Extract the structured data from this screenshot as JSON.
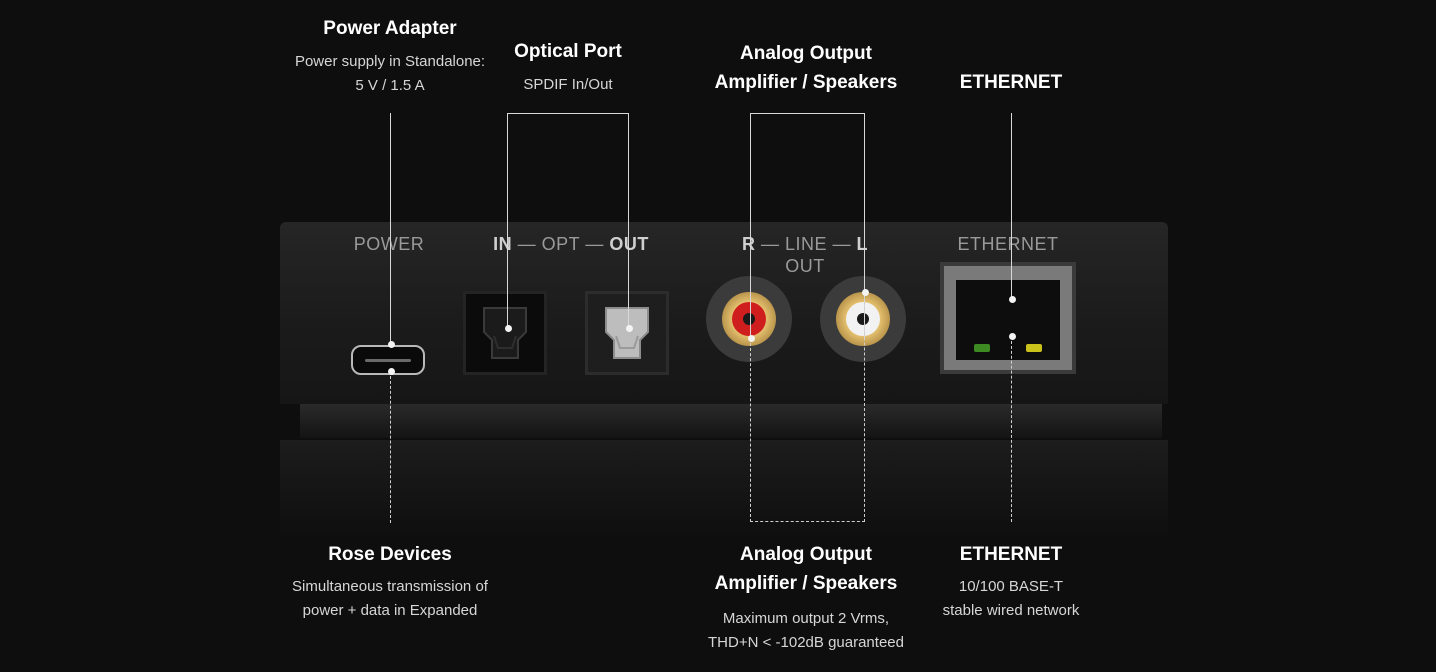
{
  "callouts_top": {
    "power": {
      "title": "Power Adapter",
      "desc_1": "Power supply in Standalone:",
      "desc_2": "5 V / 1.5 A"
    },
    "optical": {
      "title": "Optical Port",
      "desc_1": "SPDIF In/Out"
    },
    "analog": {
      "title_1": "Analog Output",
      "title_2": "Amplifier / Speakers"
    },
    "ethernet": {
      "title": "ETHERNET"
    }
  },
  "callouts_bottom": {
    "rose": {
      "title": "Rose Devices",
      "desc_1": "Simultaneous transmission of",
      "desc_2": "power + data in Expanded"
    },
    "analog": {
      "title_1": "Analog Output",
      "title_2": "Amplifier / Speakers",
      "desc_1": "Maximum output 2 Vrms,",
      "desc_2": "THD+N < -102dB guaranteed"
    },
    "ethernet": {
      "title": "ETHERNET",
      "desc_1": "10/100 BASE-T",
      "desc_2": "stable wired network"
    }
  },
  "device_labels": {
    "power": "POWER",
    "opt_in": "IN",
    "opt_mid": " — OPT — ",
    "opt_out": "OUT",
    "line_r": "R",
    "line_mid": " — LINE — ",
    "line_l": "L",
    "line_out": "OUT",
    "ethernet": "ETHERNET"
  },
  "colors": {
    "background": "#0e0e0e",
    "rca_right": "#cf1e1e",
    "rca_left": "#f2f2f2",
    "rca_gold": "#e3bf6e",
    "eth_led_green": "#3d8a22",
    "eth_led_yellow": "#c9c21a"
  },
  "icons": [
    "usb-c-port-icon",
    "optical-in-port-icon",
    "optical-out-port-icon",
    "rca-right-jack-icon",
    "rca-left-jack-icon",
    "rj45-port-icon"
  ]
}
